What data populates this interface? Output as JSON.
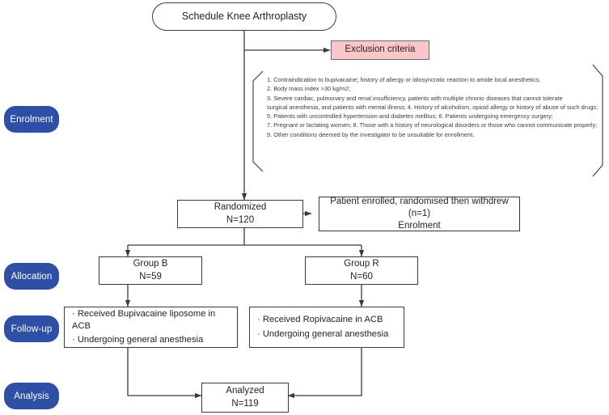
{
  "diagram": {
    "title": "CONSORT participant flow diagram",
    "colors": {
      "badge_fill": "#2e4fa5",
      "badge_text": "#ffffff",
      "exclusion_fill": "#f9c6c9",
      "box_stroke": "#3a3a3a",
      "page_background": "#ffffff"
    }
  },
  "stages": [
    {
      "id": "enrolment",
      "label": "Enrolment"
    },
    {
      "id": "allocation",
      "label": "Allocation"
    },
    {
      "id": "followup",
      "label": "Follow-up"
    },
    {
      "id": "analysis",
      "label": "Analysis"
    }
  ],
  "nodes": {
    "schedule": {
      "line1": "Schedule Knee Arthroplasty"
    },
    "exclusion_label": {
      "line1": "Exclusion criteria"
    },
    "randomized": {
      "line1": "Randomized",
      "line2": "N=120"
    },
    "withdrew": {
      "line1": "Patient enrolled, randomised then withdrew (n=1)",
      "line2": "Enrolment"
    },
    "group_b": {
      "line1": "Group B",
      "line2": "N=59"
    },
    "group_r": {
      "line1": "Group R",
      "line2": "N=60"
    },
    "followup_b": {
      "line1": "· Received Bupivacaine liposome in ACB",
      "line2": "· Undergoing general anesthesia"
    },
    "followup_r": {
      "line1": "· Received Ropivacaine in ACB",
      "line2": "· Undergoing general anesthesia"
    },
    "analyzed": {
      "line1": "Analyzed",
      "line2": "N=119"
    }
  },
  "exclusion_criteria": [
    "1. Contraindication to bupivacaine; history of allergy or idiosyncratic reaction to amide local anesthetics;",
    "2. Body mass index >30 kg/m2;",
    "3. Severe cardiac, pulmonary and renal insufficiency, patients with multiple chronic diseases that cannot tolerate",
    "surgical anesthesia, and patients with mental illness;",
    "4. History of alcoholism, opioid allergy or history of abuse of such drugs;",
    "5. Patients with uncontrolled hypertension and diabetes mellitus;",
    "6. Patients undergoing emergency surgery;",
    "7. Pregnant or lactating women;",
    "8. Those with a history of neurological disorders or those who cannot communicate properly;",
    "9. Other conditions deemed by the investigator to be unsuitable for enrollment."
  ]
}
